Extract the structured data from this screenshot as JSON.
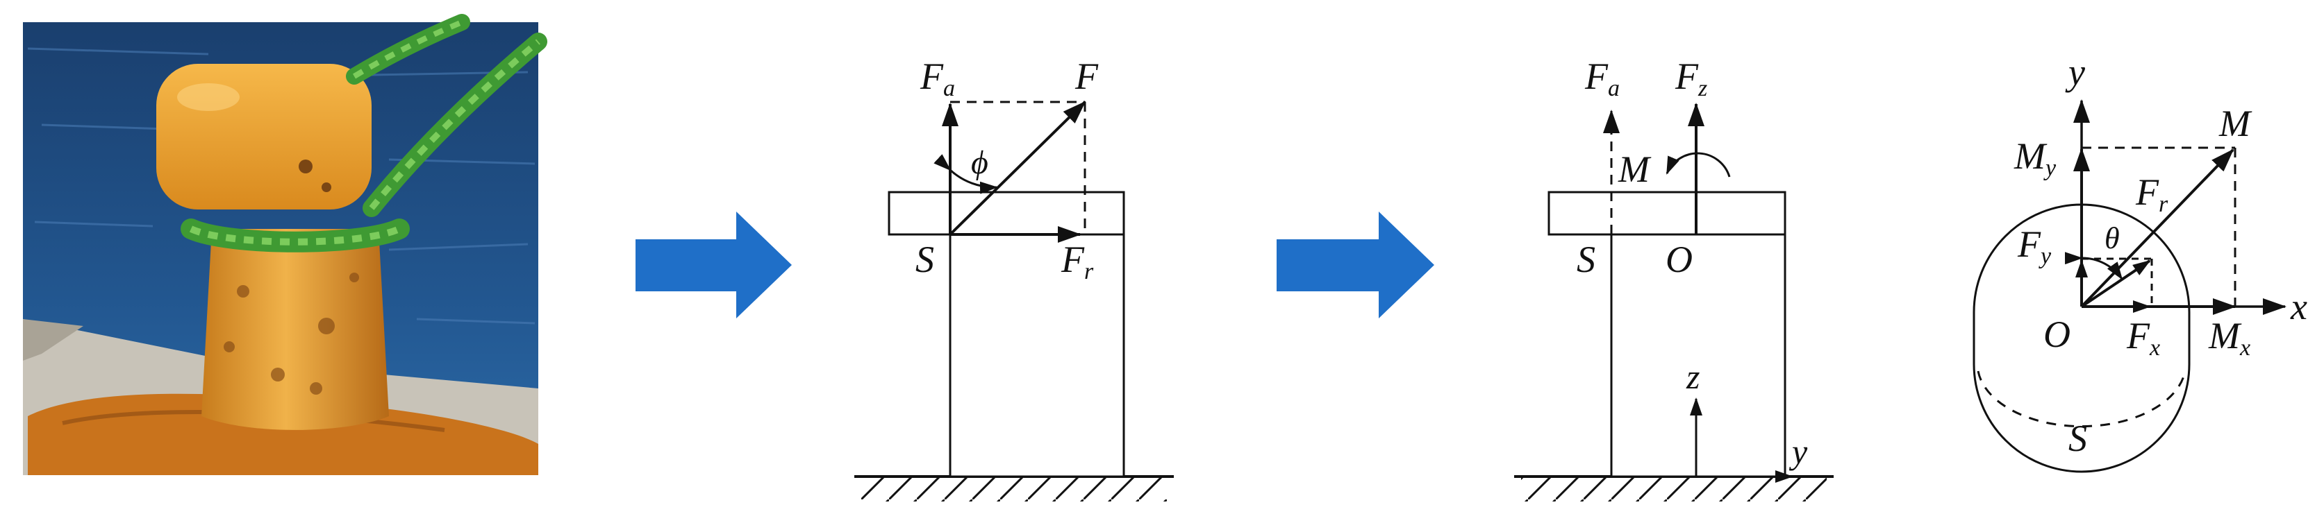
{
  "colors": {
    "arrow_blue": "#1f6fc8",
    "ink": "#111111",
    "bollard_orange": "#e9a636",
    "rope_green": "#4fae3f",
    "sea_blue": "#1e4f86"
  },
  "panels": {
    "photo": {
      "subject": "mooring bollard with green rope on quay"
    },
    "side_view_force": {
      "labels": {
        "fa": "F",
        "fa_sub": "a",
        "f": "F",
        "phi": "ϕ",
        "s": "S",
        "fr": "F",
        "fr_sub": "r"
      }
    },
    "side_view_resolved": {
      "labels": {
        "fa": "F",
        "fa_sub": "a",
        "fz": "F",
        "fz_sub": "z",
        "m": "M",
        "s": "S",
        "o": "O",
        "z": "z",
        "y": "y"
      }
    },
    "top_view": {
      "labels": {
        "y": "y",
        "m": "M",
        "my": "M",
        "my_sub": "y",
        "fr": "F",
        "fr_sub": "r",
        "fy": "F",
        "fy_sub": "y",
        "theta": "θ",
        "o": "O",
        "fx": "F",
        "fx_sub": "x",
        "mx": "M",
        "mx_sub": "x",
        "x": "x",
        "s": "S"
      }
    }
  },
  "flow_arrows": [
    "arrow-1",
    "arrow-2"
  ]
}
